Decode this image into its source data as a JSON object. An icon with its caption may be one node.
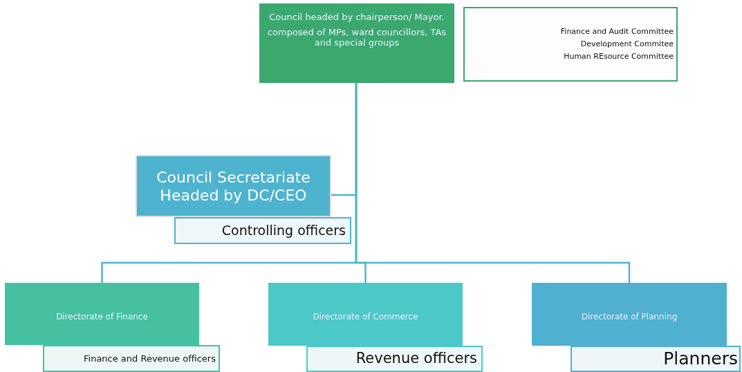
{
  "diagram": {
    "nodes": [
      {
        "text": [
          "Council headed by chairperson/ Mayor.",
          "composed of MPs, ward councillors, TAs and special groups"
        ]
      },
      {
        "text": [
          "Finance and Audit Committee",
          "Development Commitee",
          "Human REsource Committee"
        ]
      },
      {
        "text": [
          "Council Secretariate Headed by DC/CEO"
        ]
      },
      {
        "text": [
          "Controlling officers"
        ]
      },
      {
        "text": [
          "Directorate of Finance"
        ]
      },
      {
        "text": [
          "Finance and Revenue officers"
        ]
      },
      {
        "text": [
          "Directorate of Commerce"
        ]
      },
      {
        "text": [
          "Revenue officers"
        ]
      },
      {
        "text": [
          "Directorate of Planning"
        ]
      },
      {
        "text": [
          "Planners"
        ]
      }
    ],
    "edges": [
      {
        "from": 0,
        "to": 2,
        "arrow": "none"
      },
      {
        "from": 0,
        "to": 4,
        "arrow": "none"
      },
      {
        "from": 0,
        "to": 6,
        "arrow": "none"
      },
      {
        "from": 0,
        "to": 8,
        "arrow": "none"
      }
    ]
  }
}
